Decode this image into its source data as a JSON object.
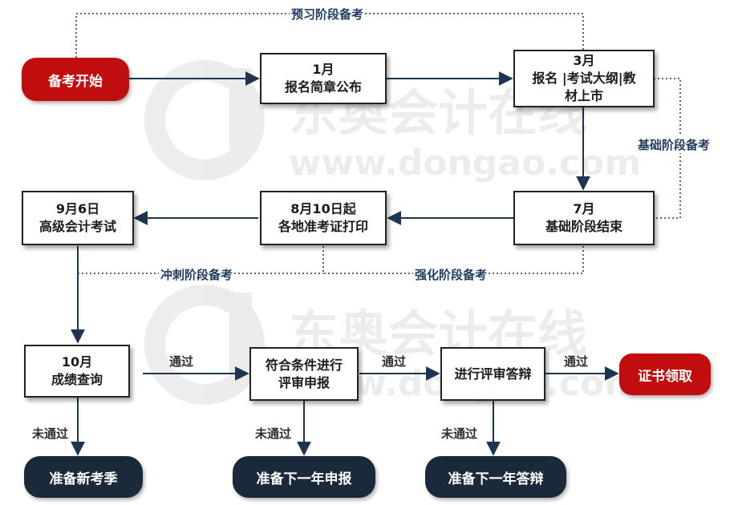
{
  "stages": {
    "preview": "预习阶段备考",
    "basic": "基础阶段备考",
    "strengthen": "强化阶段备考",
    "sprint": "冲刺阶段备考"
  },
  "start": "备考开始",
  "boxes": {
    "jan": {
      "line1": "1月",
      "line2": "报名简章公布"
    },
    "mar": {
      "line1": "3月",
      "line2": "报名 |考试大纲|教",
      "line3": "材上市"
    },
    "jul": {
      "line1": "7月",
      "line2": "基础阶段结束"
    },
    "aug": {
      "line1": "8月10日起",
      "line2": "各地准考证打印"
    },
    "sep": {
      "line1": "9月6日",
      "line2": "高级会计考试"
    },
    "oct": {
      "line1": "10月",
      "line2": "成绩查询"
    },
    "apply": {
      "line1": "符合条件进行",
      "line2": "评审申报"
    },
    "defense": {
      "line1": "进行评审答辩"
    }
  },
  "certificate": "证书领取",
  "pass": "通过",
  "fail": "未通过",
  "outcomes": {
    "new_season": "准备新考季",
    "next_apply": "准备下一年申报",
    "next_defense": "准备下一年答辩"
  },
  "watermark": {
    "cn": "东奥会计在线",
    "url": "www.dongao.com"
  },
  "colors": {
    "red": "#c10d0d",
    "navy": "#1b2a3b",
    "stage_text": "#1f3b5e",
    "arrow": "#1e3550"
  }
}
